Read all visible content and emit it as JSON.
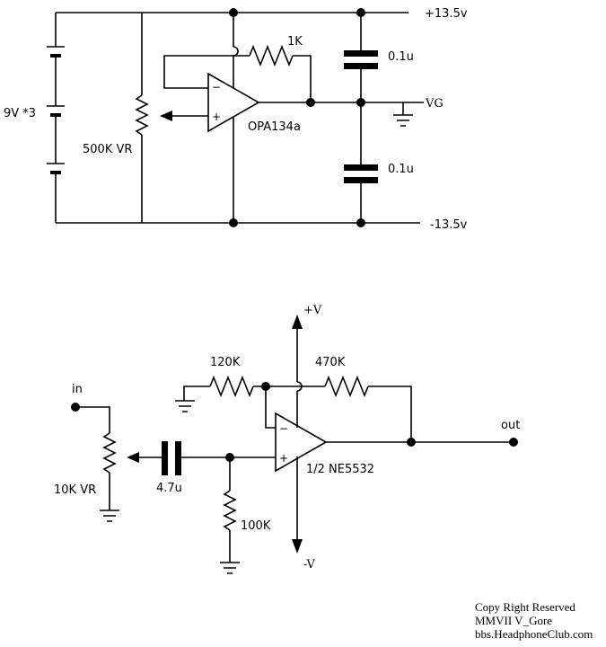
{
  "top_circuit": {
    "pos_rail_label": "+13.5v",
    "neg_rail_label": "-13.5v",
    "vg_label": "VG",
    "resistor_label": "1K",
    "cap_upper_label": "0.1u",
    "cap_lower_label": "0.1u",
    "opamp_label": "OPA134a",
    "pot_label": "500K VR",
    "battery_label": "9V *3",
    "opamp_minus": "−",
    "opamp_plus": "+"
  },
  "bottom_circuit": {
    "pos_supply_label": "+V",
    "neg_supply_label": "-V",
    "r_ground_label": "120K",
    "r_feedback_label": "470K",
    "r_bias_label": "100K",
    "cap_label": "4.7u",
    "pot_label": "10K VR",
    "input_label": "in",
    "output_label": "out",
    "opamp_label": "1/2 NE5532",
    "opamp_minus": "−",
    "opamp_plus": "+"
  },
  "copyright": {
    "line1": "Copy Right Reserved",
    "line2": "MMVII V_Gore",
    "line3": "bbs.HeadphoneClub.com"
  }
}
